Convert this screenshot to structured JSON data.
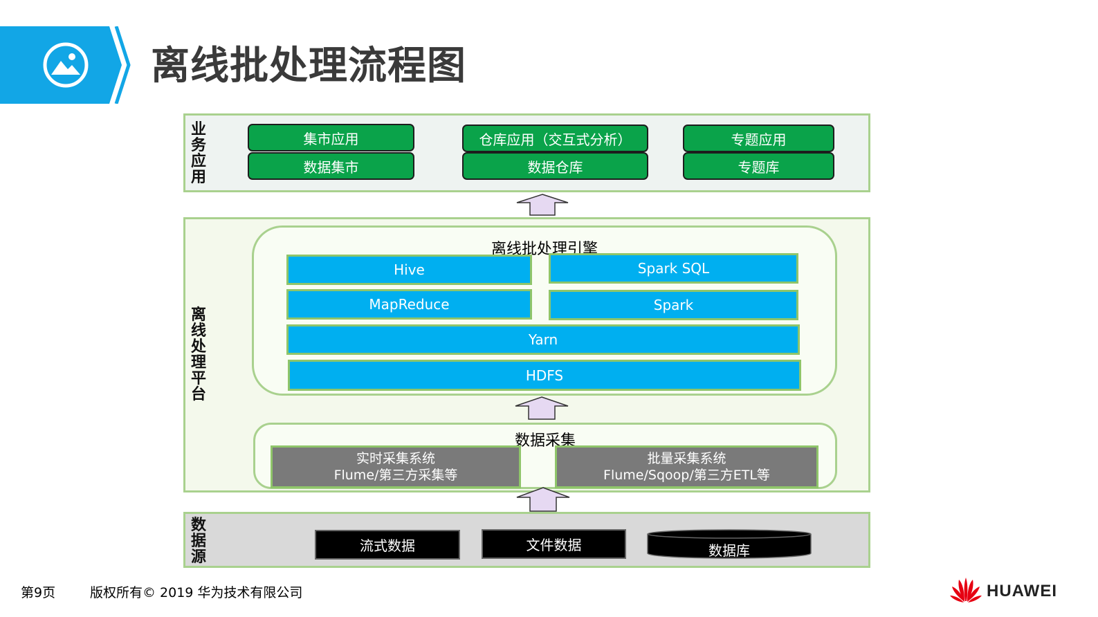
{
  "header": {
    "title": "离线批处理流程图",
    "icon": "image-icon",
    "accent": "#12a6e6"
  },
  "business_layer": {
    "label": [
      "业",
      "务",
      "应",
      "用"
    ],
    "groups": [
      {
        "top": "集市应用",
        "bottom": "数据集市"
      },
      {
        "top": "仓库应用（交互式分析）",
        "bottom": "数据仓库"
      },
      {
        "top": "专题应用",
        "bottom": "专题库"
      }
    ]
  },
  "platform_layer": {
    "label": [
      "离",
      "线",
      "处",
      "理",
      "平",
      "台"
    ],
    "engine": {
      "title": "离线批处理引擎",
      "hive": "Hive",
      "spark_sql": "Spark SQL",
      "mapreduce": "MapReduce",
      "spark": "Spark",
      "yarn": "Yarn",
      "hdfs": "HDFS"
    },
    "collection": {
      "title": "数据采集",
      "realtime": {
        "line1": "实时采集系统",
        "line2": "Flume/第三方采集等"
      },
      "batch": {
        "line1": "批量采集系统",
        "line2": "Flume/Sqoop/第三方ETL等"
      }
    }
  },
  "source_layer": {
    "label": [
      "数",
      "据",
      "源"
    ],
    "items": [
      "流式数据",
      "文件数据",
      "数据库"
    ]
  },
  "footer": {
    "page": "第9页",
    "copyright": "版权所有© 2019 华为技术有限公司",
    "brand": "HUAWEI"
  },
  "colors": {
    "green_box": "#0aa34a",
    "blue_box": "#00aff0",
    "gray_box": "#7a7a7a",
    "border": "#a9d18e",
    "arrow_fill": "#e6d9f2"
  }
}
